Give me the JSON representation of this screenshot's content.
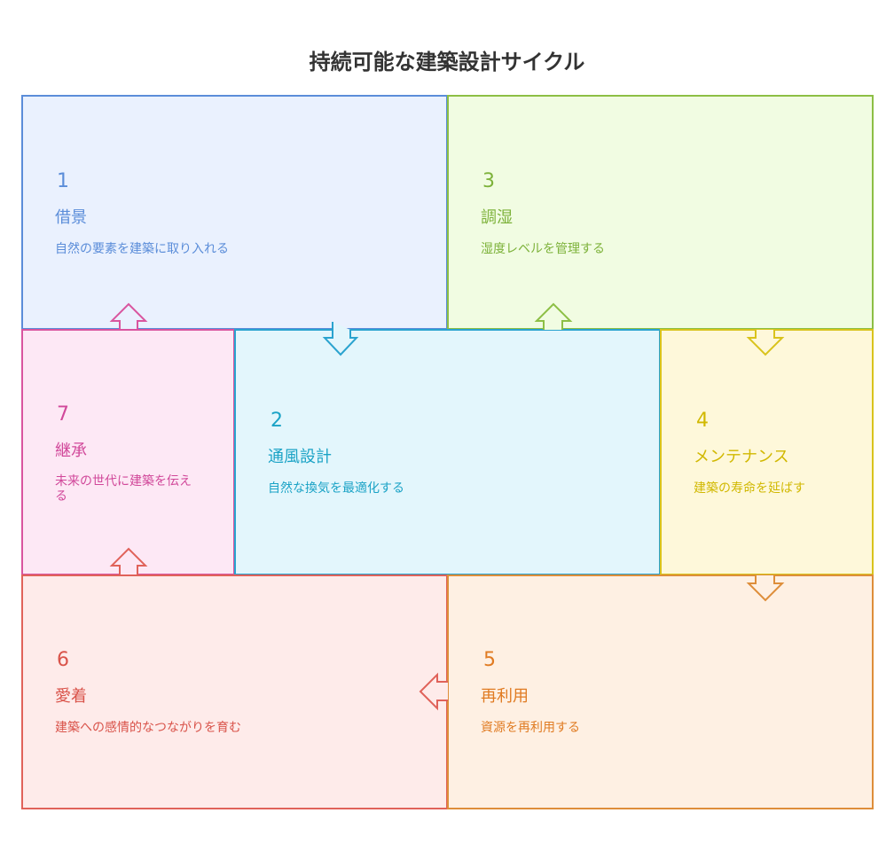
{
  "title": "持続可能な建築設計サイクル",
  "steps": [
    {
      "number": "1",
      "heading": "借景",
      "description": "自然の要素を建築に取り入れる",
      "color": "#5B8DD9",
      "fill": "#EAF1FE",
      "border": "#5B8DD9"
    },
    {
      "number": "2",
      "heading": "通風設計",
      "description": "自然な換気を最適化する",
      "color": "#1BA3C6",
      "fill": "#E3F6FC",
      "border": "#2AA3CF"
    },
    {
      "number": "3",
      "heading": "調湿",
      "description": "湿度レベルを管理する",
      "color": "#7DB23A",
      "fill": "#F1FCE2",
      "border": "#8DBF45"
    },
    {
      "number": "4",
      "heading": "メンテナンス",
      "description": "建築の寿命を延ばす",
      "color": "#D1B800",
      "fill": "#FEF8DA",
      "border": "#D9C31C"
    },
    {
      "number": "5",
      "heading": "再利用",
      "description": "資源を再利用する",
      "color": "#E07B22",
      "fill": "#FEF0E3",
      "border": "#DE8E3A"
    },
    {
      "number": "6",
      "heading": "愛着",
      "description": "建築への感情的なつながりを育む",
      "color": "#D9534A",
      "fill": "#FEEBEA",
      "border": "#E0625A"
    },
    {
      "number": "7",
      "heading": "継承",
      "description": "未来の世代に建築を伝える",
      "color": "#D1489A",
      "fill": "#FDE8F5",
      "border": "#D9559F"
    }
  ]
}
